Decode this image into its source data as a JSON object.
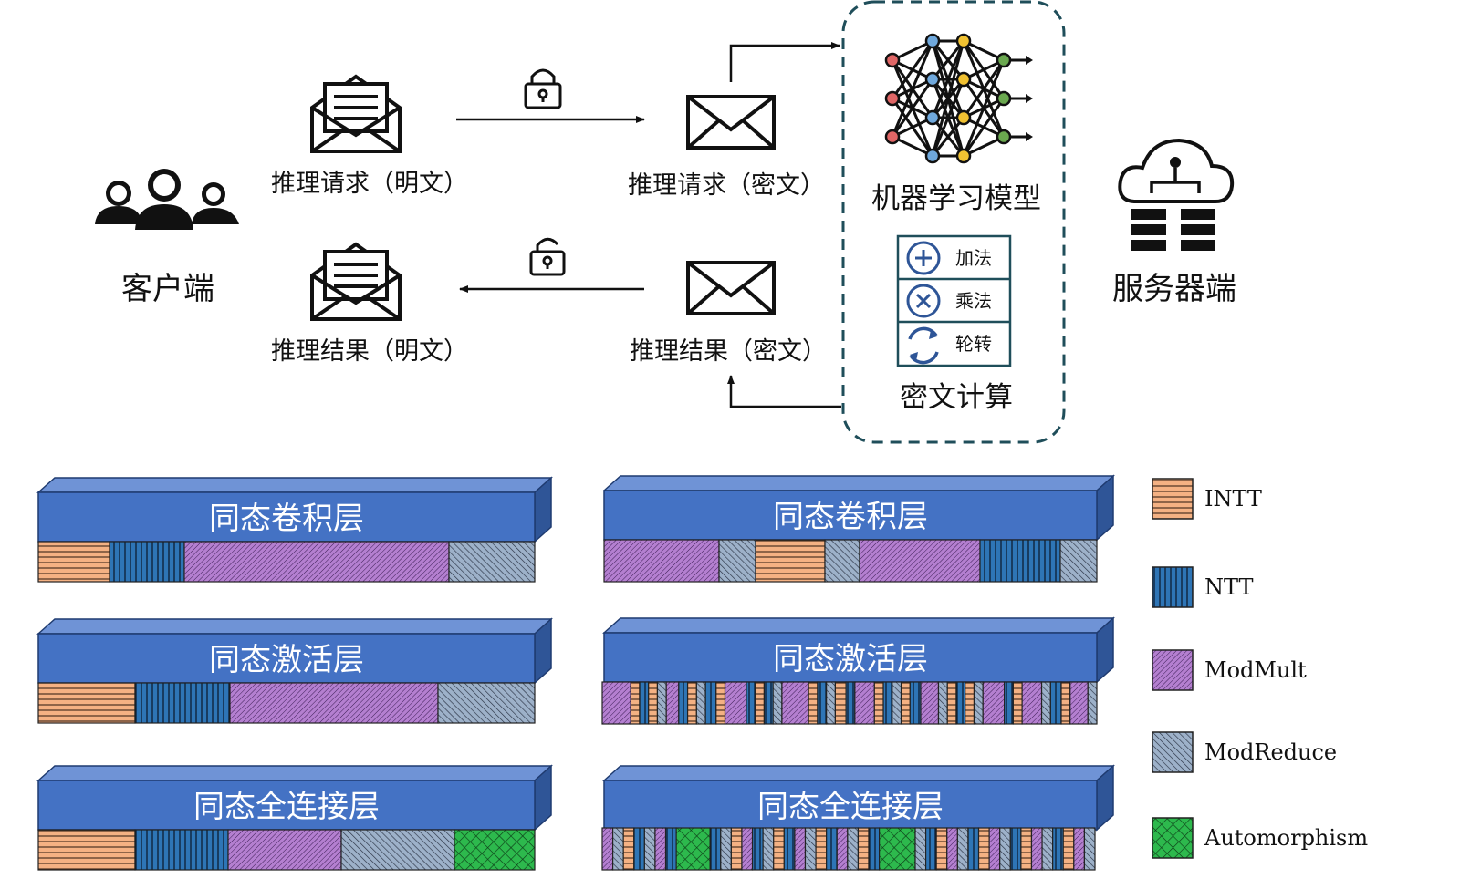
{
  "client": {
    "label": "客户端",
    "icon": "users-icon"
  },
  "server": {
    "label": "服务器端",
    "icon": "cloud-server-icon"
  },
  "messages": {
    "request_plain": "推理请求（明文）",
    "request_cipher": "推理请求（密文）",
    "result_plain": "推理结果（明文）",
    "result_cipher": "推理结果（密文）"
  },
  "model": {
    "title": "机器学习模型",
    "icon": "neural-network-icon",
    "ops_title": "密文计算",
    "ops": [
      {
        "label": "加法",
        "icon": "plus-circle-icon"
      },
      {
        "label": "乘法",
        "icon": "times-circle-icon"
      },
      {
        "label": "轮转",
        "icon": "rotate-icon"
      }
    ]
  },
  "layers": {
    "left": [
      "同态卷积层",
      "同态激活层",
      "同态全连接层"
    ],
    "right": [
      "同态卷积层",
      "同态激活层",
      "同态全连接层"
    ]
  },
  "legend": [
    {
      "label": "INTT",
      "color": "#f4b183"
    },
    {
      "label": "NTT",
      "color": "#2e75b6"
    },
    {
      "label": "ModMult",
      "color": "#b47fd0"
    },
    {
      "label": "ModReduce",
      "color": "#9db1c9"
    },
    {
      "label": "Automorphism",
      "color": "#2db94d"
    }
  ],
  "colors": {
    "bar_front": "#4472c4",
    "bar_top": "#6f93d6",
    "bar_side": "#2f5597",
    "dashed_box": "#1f4e5a"
  }
}
